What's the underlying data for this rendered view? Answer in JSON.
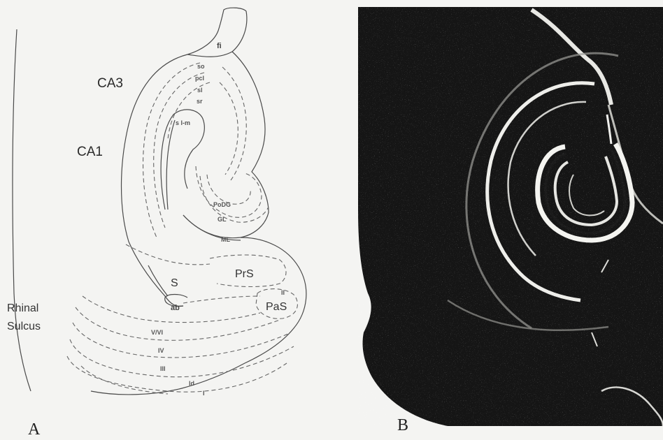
{
  "panel_a": {
    "letter": "A",
    "labels": {
      "fi": "fi",
      "so": "so",
      "pcl": "pcl",
      "sl": "sl",
      "sr": "sr",
      "slm": "s l-m",
      "ca3": "CA3",
      "ca1": "CA1",
      "podg": "PoDG",
      "gl": "GL",
      "ml": "ML",
      "prs": "PrS",
      "s": "S",
      "ab": "ab",
      "ii": "II",
      "pas": "PaS",
      "rhinal": "Rhinal",
      "sulcus": "Sulcus",
      "vvi": "V/VI",
      "iv": "IV",
      "iii": "III",
      "ld": "ld",
      "i": "I"
    }
  },
  "panel_b": {
    "letter": "B"
  }
}
